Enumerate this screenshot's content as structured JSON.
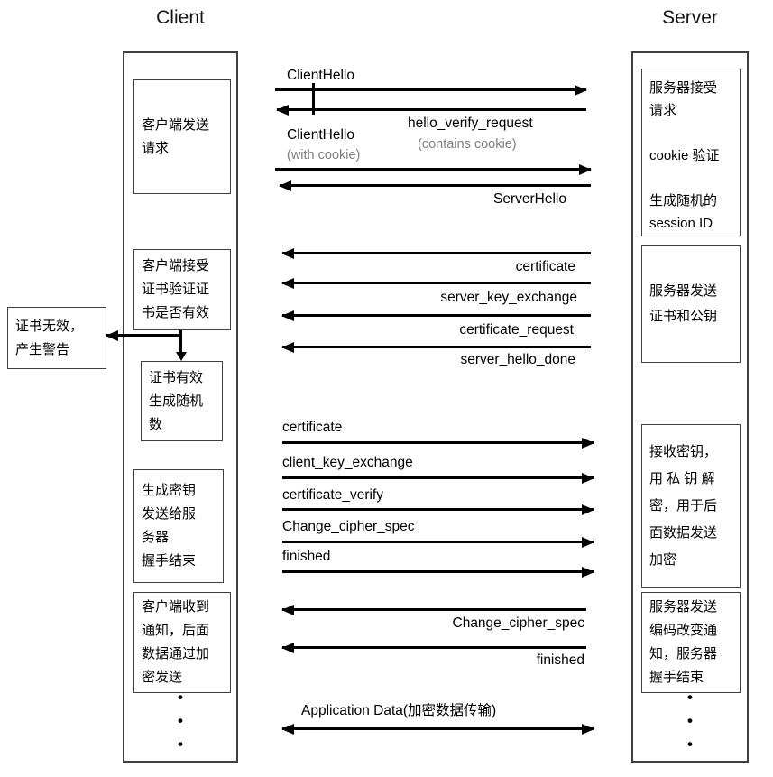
{
  "titles": {
    "client": "Client",
    "server": "Server"
  },
  "client_column": {
    "boxes": [
      {
        "text": "客户端发送\n请求"
      },
      {
        "text": "客户端接受\n证书验证证\n书是否有效"
      },
      {
        "text": "证书有效\n生成随机\n数"
      },
      {
        "text": "生成密钥\n发送给服\n务器\n握手结束"
      },
      {
        "text": "客户端收到\n通知，后面\n数据通过加\n密发送"
      }
    ],
    "dots": [
      "•",
      "•",
      "•"
    ]
  },
  "server_column": {
    "boxes": [
      {
        "text": "服务器接受\n请求\n\ncookie 验证\n\n生成随机的\nsession ID"
      },
      {
        "text": "服务器发送\n证书和公钥"
      },
      {
        "text": "接收密钥，\n用 私 钥 解\n密，用于后\n面数据发送\n加密"
      },
      {
        "text": "服务器发送\n编码改变通\n知，服务器\n握手结束"
      }
    ],
    "dots": [
      "•",
      "•",
      "•"
    ]
  },
  "warning_box": {
    "text": "证书无效，\n产生警告"
  },
  "messages": [
    {
      "label": "ClientHello",
      "direction": "right"
    },
    {
      "label": "hello_verify_request",
      "sublabel": "(contains cookie)",
      "direction": "left"
    },
    {
      "label": "ClientHello",
      "sublabel": "(with cookie)",
      "direction": "right"
    },
    {
      "label": "ServerHello",
      "direction": "left"
    },
    {
      "label": "certificate",
      "direction": "left"
    },
    {
      "label": "server_key_exchange",
      "direction": "left"
    },
    {
      "label": "certificate_request",
      "direction": "left"
    },
    {
      "label": "server_hello_done",
      "direction": "left"
    },
    {
      "label": "certificate",
      "direction": "right"
    },
    {
      "label": "client_key_exchange",
      "direction": "right"
    },
    {
      "label": "certificate_verify",
      "direction": "right"
    },
    {
      "label": "Change_cipher_spec",
      "direction": "right"
    },
    {
      "label": "finished",
      "direction": "right"
    },
    {
      "label": "Change_cipher_spec",
      "direction": "left"
    },
    {
      "label": "finished",
      "direction": "left"
    },
    {
      "label": "Application Data(加密数据传输)",
      "direction": "both"
    }
  ],
  "colors": {
    "line": "#000000",
    "border": "#404040",
    "muted_text": "#7f7f7f"
  }
}
